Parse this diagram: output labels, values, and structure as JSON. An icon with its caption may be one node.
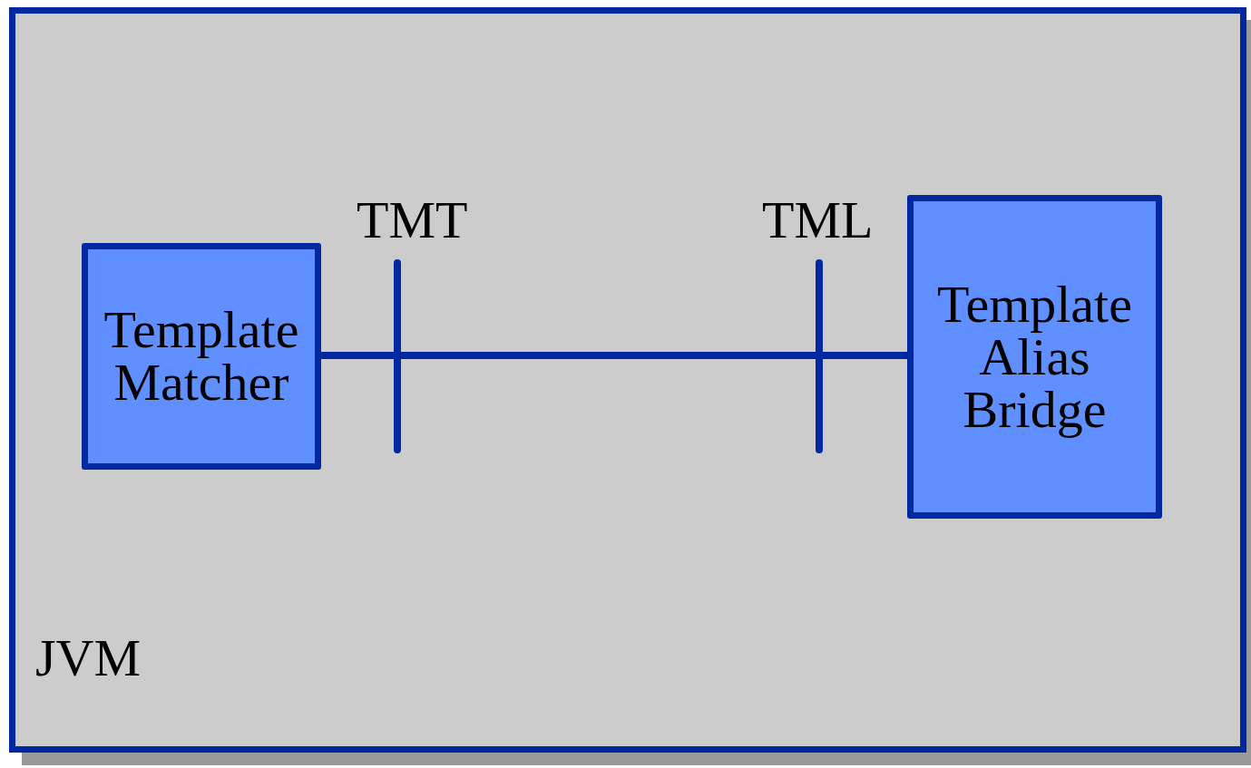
{
  "diagram": {
    "nodes": [
      {
        "text": [
          "JVM"
        ]
      },
      {
        "text": [
          "Template Matcher"
        ],
        "in": 0
      },
      {
        "text": [
          "Template Alias Bridge"
        ],
        "in": 0
      }
    ],
    "edges": [
      {
        "from": 1,
        "to": 2,
        "arrow": "none"
      }
    ],
    "labels": [
      "TMT",
      "TML"
    ]
  }
}
